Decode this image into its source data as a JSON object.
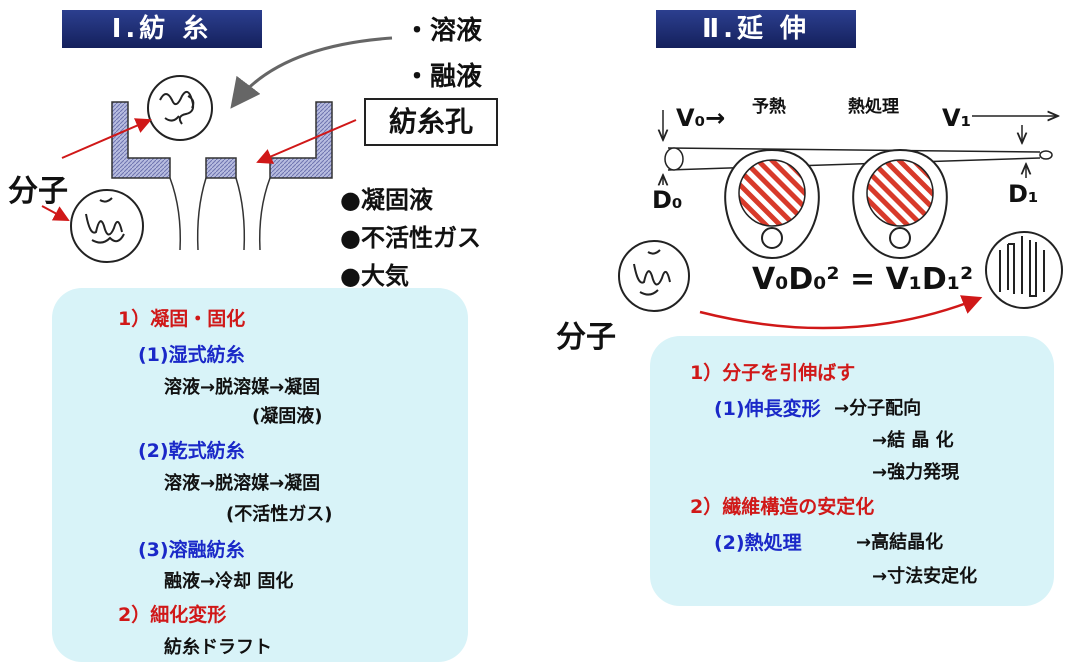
{
  "left": {
    "header": "Ⅰ.紡 糸",
    "inputs": [
      "・溶液",
      "・融液"
    ],
    "nozzle_label": "紡糸孔",
    "molecule_label": "分子",
    "media": [
      "●凝固液",
      "●不活性ガス",
      "●大気"
    ],
    "box": {
      "h1": "1）凝固・固化",
      "s1_title": "(1)湿式紡糸",
      "s1_line1": "溶液→脱溶媒→凝固",
      "s1_line2": "(凝固液)",
      "s2_title": "(2)乾式紡糸",
      "s2_line1": "溶液→脱溶媒→凝固",
      "s2_line2": "(不活性ガス)",
      "s3_title": "(3)溶融紡糸",
      "s3_line1": "融液→冷却 固化",
      "h2": "2）細化変形",
      "h2_line": "紡糸ドラフト"
    }
  },
  "right": {
    "header": "Ⅱ.延 伸",
    "preheat": "予熱",
    "heat_treat": "熱処理",
    "v0": "V₀→",
    "v1": "V₁",
    "d0": "D₀",
    "d1": "D₁",
    "equation": "V₀D₀² = V₁D₁²",
    "molecule_label": "分子",
    "box": {
      "h1": "1）分子を引伸ばす",
      "s1_title": "(1)伸長変形",
      "s1_r1": "→分子配向",
      "s1_r2": "→結 晶 化",
      "s1_r3": "→強力発現",
      "h2": "2）繊維構造の安定化",
      "s2_title": "(2)熱処理",
      "s2_r1": "→高結晶化",
      "s2_r2": "→寸法安定化"
    }
  }
}
